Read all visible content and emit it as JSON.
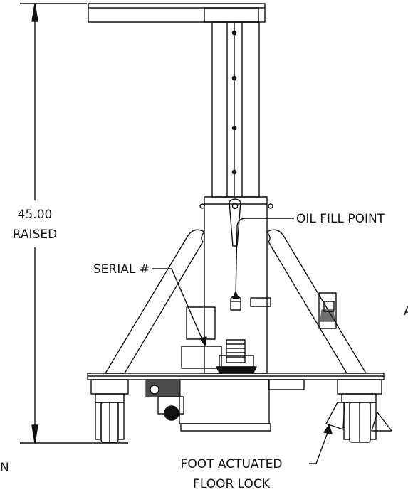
{
  "dimension": {
    "value": "45.00",
    "condition": "RAISED"
  },
  "callouts": {
    "oil_fill_point": "OIL FILL POINT",
    "serial_number": "SERIAL #",
    "floor_lock_line1": "FOOT ACTUATED",
    "floor_lock_line2": "FLOOR LOCK"
  },
  "edge_fragments": {
    "right_edge_letter": "A",
    "bottom_left_letter": "N"
  },
  "colors": {
    "line": "#111111",
    "background": "#ffffff"
  }
}
